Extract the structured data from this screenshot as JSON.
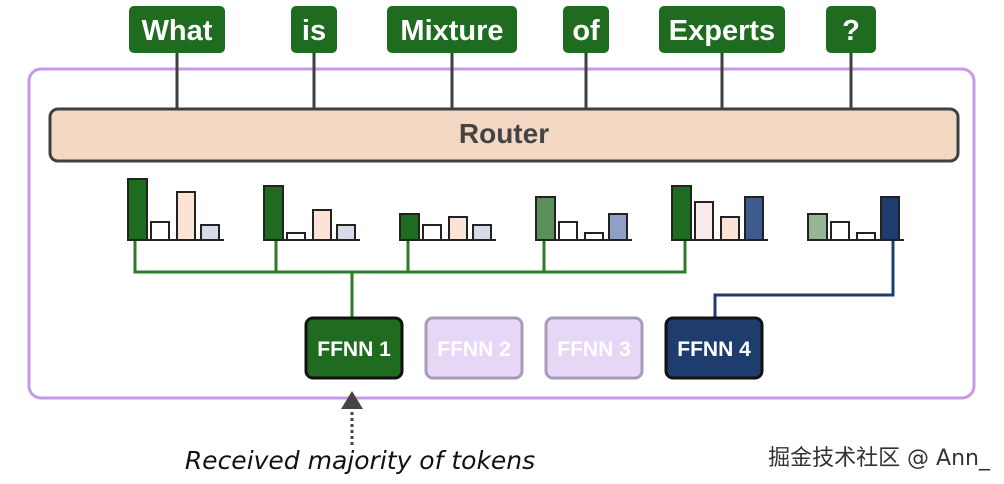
{
  "tokens": [
    {
      "label": "What"
    },
    {
      "label": "is"
    },
    {
      "label": "Mixture"
    },
    {
      "label": "of"
    },
    {
      "label": "Experts"
    },
    {
      "label": "?"
    }
  ],
  "router": {
    "label": "Router"
  },
  "experts": [
    {
      "label": "FFNN 1",
      "state": "selected",
      "fill": "#1f6b1f",
      "text_color": "#ffffff"
    },
    {
      "label": "FFNN 2",
      "state": "inactive",
      "fill": "#e7d7f7",
      "text_color": "#ffffff"
    },
    {
      "label": "FFNN 3",
      "state": "inactive",
      "fill": "#e7d7f7",
      "text_color": "#ffffff"
    },
    {
      "label": "FFNN 4",
      "state": "selected",
      "fill": "#1e3d6e",
      "text_color": "#ffffff"
    }
  ],
  "token_routing": [
    {
      "token": "What",
      "expert": "FFNN 1",
      "probabilities": [
        0.92,
        0.28,
        0.72,
        0.22
      ]
    },
    {
      "token": "is",
      "expert": "FFNN 1",
      "probabilities": [
        0.82,
        0.1,
        0.45,
        0.22
      ]
    },
    {
      "token": "Mixture",
      "expert": "FFNN 1",
      "probabilities": [
        0.4,
        0.22,
        0.35,
        0.22
      ]
    },
    {
      "token": "of",
      "expert": "FFNN 1",
      "probabilities": [
        0.65,
        0.28,
        0.1,
        0.4
      ]
    },
    {
      "token": "Experts",
      "expert": "FFNN 1",
      "probabilities": [
        0.82,
        0.58,
        0.35,
        0.65
      ]
    },
    {
      "token": "?",
      "expert": "FFNN 4",
      "probabilities": [
        0.4,
        0.28,
        0.1,
        0.65
      ]
    }
  ],
  "caption": "Received majority of tokens",
  "watermark": "掘金技术社区 @ Ann_",
  "colors": {
    "token_fill": "#1f6b1f",
    "container_border": "#c79ae8",
    "router_fill": "#f3d9c4",
    "router_border": "#3f3f3f",
    "line_green": "#2d7a2d",
    "line_blue": "#1e3d6e"
  }
}
